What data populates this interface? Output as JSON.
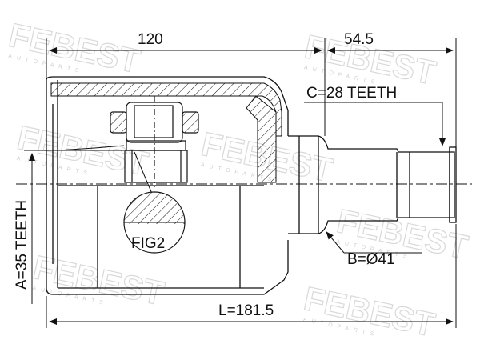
{
  "diagram": {
    "dim_top_left": "120",
    "dim_top_right": "54.5",
    "label_c": "C=28 TEETH",
    "label_a": "A=35 TEETH",
    "label_b": "B=Ø41",
    "label_fig": "FIG2",
    "label_length": "L=181.5"
  },
  "watermark": {
    "brand": "FEBEST",
    "sub": "AUTOPARTS"
  },
  "colors": {
    "line": "#111111",
    "watermark": "#d9d9d9"
  }
}
